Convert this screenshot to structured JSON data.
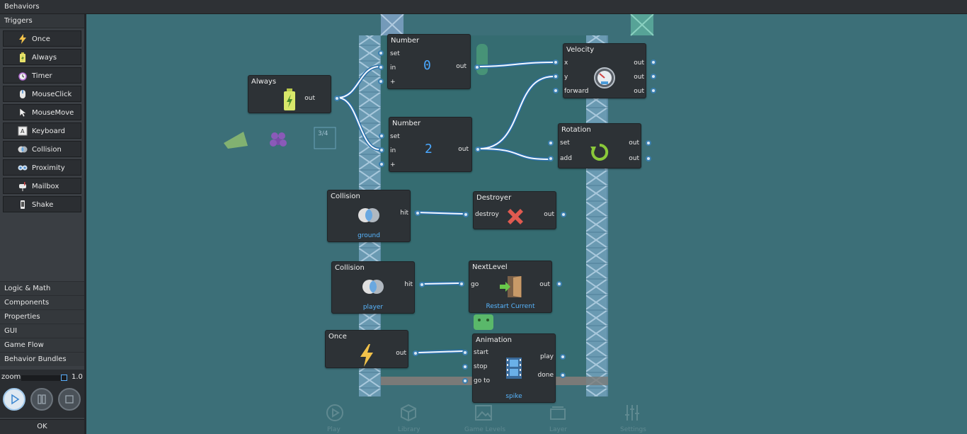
{
  "topbar": {
    "title": "Behaviors"
  },
  "sidebar": {
    "section_label": "Triggers",
    "triggers": [
      {
        "label": "Once",
        "icon": "lightning-icon"
      },
      {
        "label": "Always",
        "icon": "battery-icon"
      },
      {
        "label": "Timer",
        "icon": "alarm-clock-icon"
      },
      {
        "label": "MouseClick",
        "icon": "mouse-icon"
      },
      {
        "label": "MouseMove",
        "icon": "cursor-icon"
      },
      {
        "label": "Keyboard",
        "icon": "key-icon"
      },
      {
        "label": "Collision",
        "icon": "overlap-circles-icon"
      },
      {
        "label": "Proximity",
        "icon": "proximity-icon"
      },
      {
        "label": "Mailbox",
        "icon": "mailbox-icon"
      },
      {
        "label": "Shake",
        "icon": "phone-shake-icon"
      }
    ],
    "categories": [
      "Logic & Math",
      "Components",
      "Properties",
      "GUI",
      "Game Flow",
      "Behavior Bundles"
    ],
    "zoom_label": "zoom",
    "zoom_value": "1.0",
    "ok_label": "OK"
  },
  "nodes": {
    "always": {
      "title": "Always",
      "out": "out"
    },
    "number1": {
      "title": "Number",
      "set": "set",
      "in": "in",
      "plus": "+",
      "out": "out",
      "value": "0"
    },
    "number2": {
      "title": "Number",
      "set": "set",
      "in": "in",
      "plus": "+",
      "out": "out",
      "value": "2"
    },
    "velocity": {
      "title": "Velocity",
      "x": "x",
      "y": "y",
      "forward": "forward",
      "out": "out"
    },
    "rotation": {
      "title": "Rotation",
      "set": "set",
      "add": "add",
      "out": "out"
    },
    "collision1": {
      "title": "Collision",
      "hit": "hit",
      "subtitle": "ground"
    },
    "destroyer": {
      "title": "Destroyer",
      "destroy": "destroy",
      "out": "out"
    },
    "collision2": {
      "title": "Collision",
      "hit": "hit",
      "subtitle": "player"
    },
    "nextlevel": {
      "title": "NextLevel",
      "go": "go",
      "out": "out",
      "subtitle": "Restart Current"
    },
    "once": {
      "title": "Once",
      "out": "out"
    },
    "animation": {
      "title": "Animation",
      "start": "start",
      "stop": "stop",
      "goto": "go to",
      "play": "play",
      "done": "done",
      "subtitle": "spike"
    }
  },
  "canvas": {
    "ghost_fraction": "3/4"
  },
  "bottom_ghost": [
    "Play",
    "Library",
    "Game Levels",
    "Layer",
    "Settings"
  ]
}
